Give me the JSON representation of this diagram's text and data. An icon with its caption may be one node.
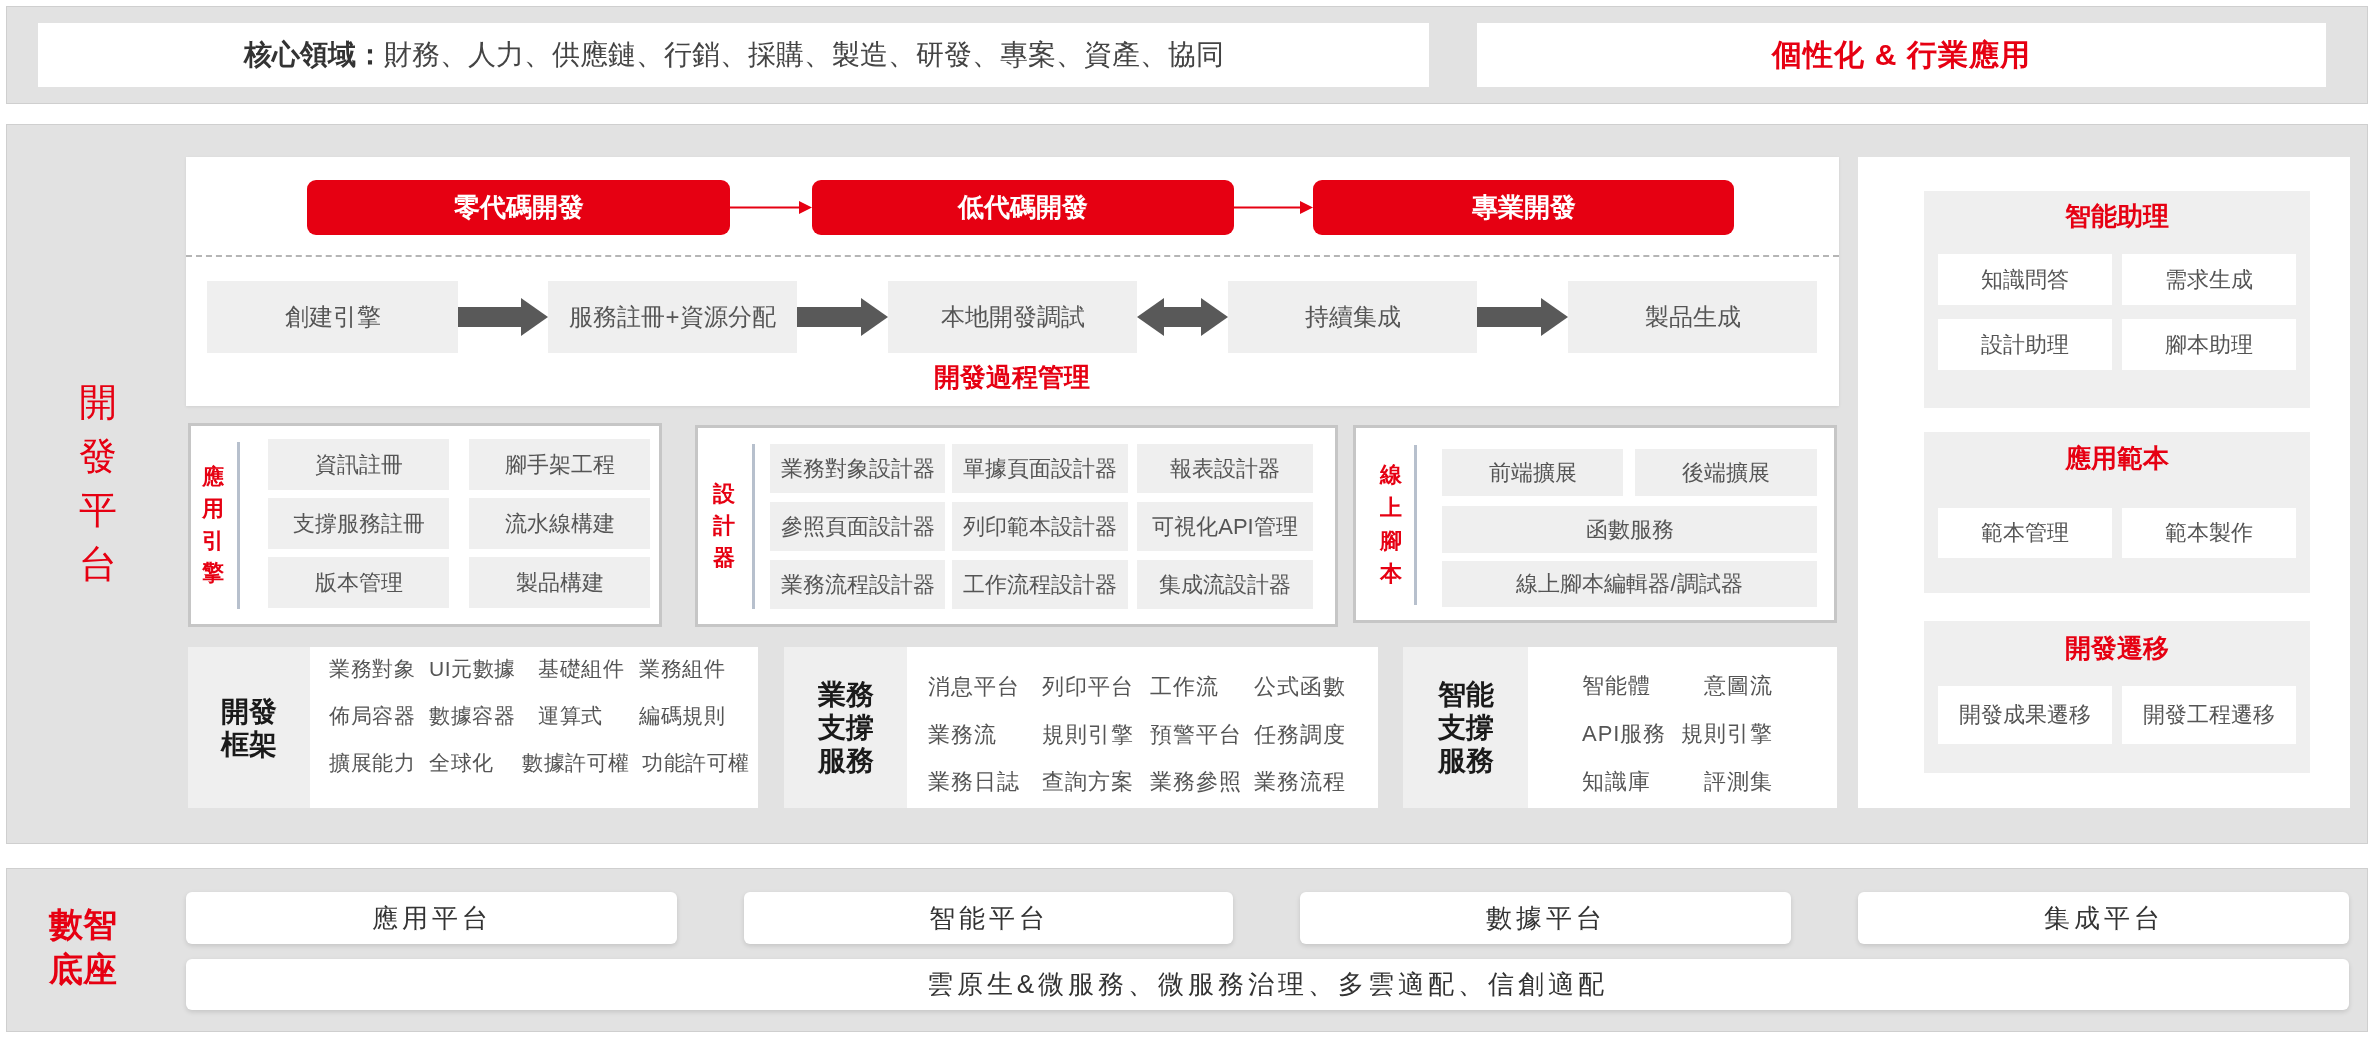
{
  "diagram": {
    "nodes": [
      {
        "text": [
          "**核心領域：**財務、人力、供應鏈、行銷、採購、製造、研發、專案、資產、協同"
        ]
      },
      {
        "text": [
          "個性化 & 行業應用"
        ]
      },
      {
        "text": [
          "開發平台"
        ]
      },
      {
        "text": [
          "開發過程管理"
        ],
        "in": 2
      },
      {
        "text": [
          "零代碼開發"
        ],
        "in": 3
      },
      {
        "text": [
          "低代碼開發"
        ],
        "in": 3
      },
      {
        "text": [
          "專業開發"
        ],
        "in": 3
      },
      {
        "text": [
          "創建引擎"
        ],
        "in": 3
      },
      {
        "text": [
          "服務註冊+資源分配"
        ],
        "in": 3
      },
      {
        "text": [
          "本地開發調試"
        ],
        "in": 3
      },
      {
        "text": [
          "持續集成"
        ],
        "in": 3
      },
      {
        "text": [
          "製品生成"
        ],
        "in": 3
      },
      {
        "text": [
          "應用引擎"
        ],
        "in": 2
      },
      {
        "text": [
          "資訊註冊"
        ],
        "in": 12
      },
      {
        "text": [
          "腳手架工程"
        ],
        "in": 12
      },
      {
        "text": [
          "支撐服務註冊"
        ],
        "in": 12
      },
      {
        "text": [
          "流水線構建"
        ],
        "in": 12
      },
      {
        "text": [
          "版本管理"
        ],
        "in": 12
      },
      {
        "text": [
          "製品構建"
        ],
        "in": 12
      },
      {
        "text": [
          "設計器"
        ],
        "in": 2
      },
      {
        "text": [
          "業務對象設計器"
        ],
        "in": 19
      },
      {
        "text": [
          "單據頁面設計器"
        ],
        "in": 19
      },
      {
        "text": [
          "報表設計器"
        ],
        "in": 19
      },
      {
        "text": [
          "參照頁面設計器"
        ],
        "in": 19
      },
      {
        "text": [
          "列印範本設計器"
        ],
        "in": 19
      },
      {
        "text": [
          "可視化API管理"
        ],
        "in": 19
      },
      {
        "text": [
          "業務流程設計器"
        ],
        "in": 19
      },
      {
        "text": [
          "工作流程設計器"
        ],
        "in": 19
      },
      {
        "text": [
          "集成流設計器"
        ],
        "in": 19
      },
      {
        "text": [
          "線上腳本"
        ],
        "in": 2
      },
      {
        "text": [
          "前端擴展"
        ],
        "in": 29
      },
      {
        "text": [
          "後端擴展"
        ],
        "in": 29
      },
      {
        "text": [
          "函數服務"
        ],
        "in": 29
      },
      {
        "text": [
          "線上腳本編輯器/調試器"
        ],
        "in": 29
      },
      {
        "text": [
          "開發框架",
          "業務對象",
          "UI元數據",
          "基礎組件",
          "業務組件",
          "佈局容器",
          "數據容器",
          "運算式",
          "編碼規則",
          "擴展能力",
          "全球化",
          "數據許可權",
          "功能許可權"
        ],
        "in": 2
      },
      {
        "text": [
          "業務支撐服務",
          "消息平台",
          "列印平台",
          "工作流",
          "公式函數",
          "業務流",
          "規則引擎",
          "預警平台",
          "任務調度",
          "業務日誌",
          "查詢方案",
          "業務參照",
          "業務流程"
        ],
        "in": 2
      },
      {
        "text": [
          "智能支撐服務",
          "智能體",
          "意圖流",
          "API服務",
          "規則引擎",
          "知識庫",
          "評測集"
        ],
        "in": 2
      },
      {
        "text": [],
        "shape": "box",
        "in": 2
      },
      {
        "text": [
          "智能助理"
        ],
        "in": 37
      },
      {
        "text": [
          "知識問答"
        ],
        "in": 38
      },
      {
        "text": [
          "需求生成"
        ],
        "in": 38
      },
      {
        "text": [
          "設計助理"
        ],
        "in": 38
      },
      {
        "text": [
          "腳本助理"
        ],
        "in": 38
      },
      {
        "text": [
          "應用範本"
        ],
        "in": 37
      },
      {
        "text": [
          "範本管理"
        ],
        "in": 43
      },
      {
        "text": [
          "範本製作"
        ],
        "in": 43
      },
      {
        "text": [
          "開發遷移"
        ],
        "in": 37
      },
      {
        "text": [
          "開發成果遷移"
        ],
        "in": 46
      },
      {
        "text": [
          "開發工程遷移"
        ],
        "in": 46
      },
      {
        "text": [
          "數智底座"
        ]
      },
      {
        "text": [
          "應用平台"
        ],
        "in": 49
      },
      {
        "text": [
          "智能平台"
        ],
        "in": 49
      },
      {
        "text": [
          "數據平台"
        ],
        "in": 49
      },
      {
        "text": [
          "集成平台"
        ],
        "in": 49
      },
      {
        "text": [
          "雲原生&微服務、微服務治理、多雲適配、信創適配"
        ],
        "in": 49
      }
    ],
    "edges": [
      {
        "from": 4,
        "to": 5,
        "arrow": "to",
        "color": "#e60012"
      },
      {
        "from": 5,
        "to": 6,
        "arrow": "to",
        "color": "#e60012"
      },
      {
        "from": 7,
        "to": 8,
        "arrow": "to"
      },
      {
        "from": 8,
        "to": 9,
        "arrow": "to"
      },
      {
        "from": 9,
        "to": 10,
        "arrow": "both"
      },
      {
        "from": 10,
        "to": 11,
        "arrow": "to"
      }
    ]
  }
}
